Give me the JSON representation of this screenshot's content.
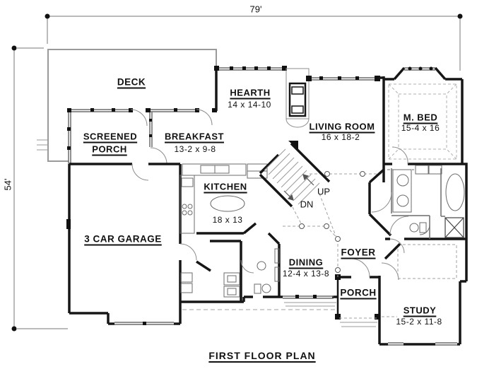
{
  "plan": {
    "title": "FIRST FLOOR PLAN",
    "overall_width": "79'",
    "overall_depth": "54'"
  },
  "rooms": {
    "deck": {
      "label": "DECK"
    },
    "hearth": {
      "label": "HEARTH",
      "dims": "14 x 14-10"
    },
    "living_room": {
      "label": "LIVING ROOM",
      "dims": "16 x 18-2"
    },
    "master_bed": {
      "label": "M. BED",
      "dims": "15-4 x 16"
    },
    "screened_porch": {
      "label_line1": "SCREENED",
      "label_line2": "PORCH"
    },
    "breakfast": {
      "label": "BREAKFAST",
      "dims": "13-2 x 9-8"
    },
    "kitchen": {
      "label": "KITCHEN",
      "dims": "18 x 13"
    },
    "garage": {
      "label": "3 CAR GARAGE"
    },
    "dining": {
      "label": "DINING",
      "dims": "12-4 x 13-8"
    },
    "foyer": {
      "label": "FOYER"
    },
    "porch": {
      "label": "PORCH"
    },
    "study": {
      "label": "STUDY",
      "dims": "15-2 x 11-8"
    }
  },
  "stairs": {
    "up": "UP",
    "down": "DN"
  },
  "colors": {
    "wall": "#161616",
    "thin_line": "#8c8c8c",
    "background": "#ffffff"
  }
}
